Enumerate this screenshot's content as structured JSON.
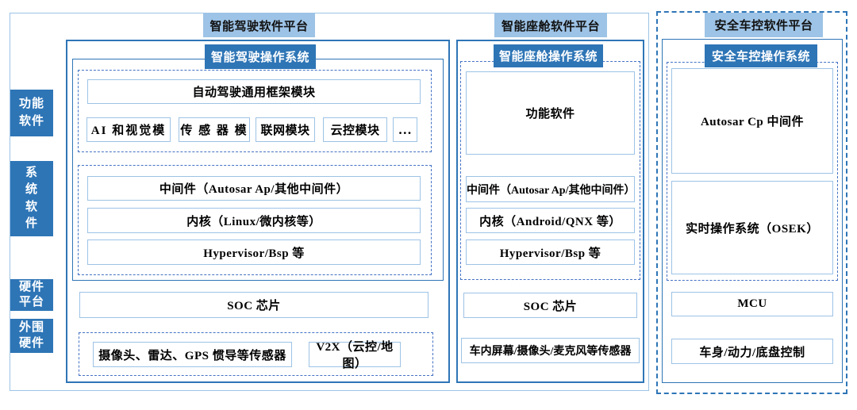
{
  "layer_labels": {
    "functional": "功能\n软件",
    "system": "系\n统\n软\n件",
    "hardware": "硬件\n平台",
    "peripheral": "外围\n硬件"
  },
  "driving": {
    "platform": "智能驾驶软件平台",
    "os": "智能驾驶操作系统",
    "framework": "自动驾驶通用框架模块",
    "modules": [
      "AI 和视觉模",
      "传 感 器 模",
      "联网模块",
      "云控模块",
      "…"
    ],
    "middleware": "中间件（Autosar Ap/其他中间件）",
    "kernel": "内核（Linux/微内核等）",
    "hypervisor": "Hypervisor/Bsp 等",
    "soc": "SOC 芯片",
    "sensors": "摄像头、雷达、GPS 惯导等传感器",
    "v2x": "V2X（云控/地图）"
  },
  "cockpit": {
    "platform": "智能座舱软件平台",
    "os": "智能座舱操作系统",
    "functional": "功能软件",
    "middleware": "中间件（Autosar Ap/其他中间件）",
    "kernel": "内核（Android/QNX 等）",
    "hypervisor": "Hypervisor/Bsp 等",
    "soc": "SOC 芯片",
    "sensors": "车内屏幕/摄像头/麦克风等传感器"
  },
  "safety": {
    "platform": "安全车控软件平台",
    "os": "安全车控操作系统",
    "middleware": "Autosar Cp 中间件",
    "rtos": "实时操作系统（OSEK）",
    "mcu": "MCU",
    "body": "车身/动力/底盘控制"
  },
  "colors": {
    "dark_blue": "#2E75B6",
    "light_blue": "#9DC3E6",
    "box_border_light": "#9DC3E6",
    "dashed_blue": "#4472C4"
  }
}
